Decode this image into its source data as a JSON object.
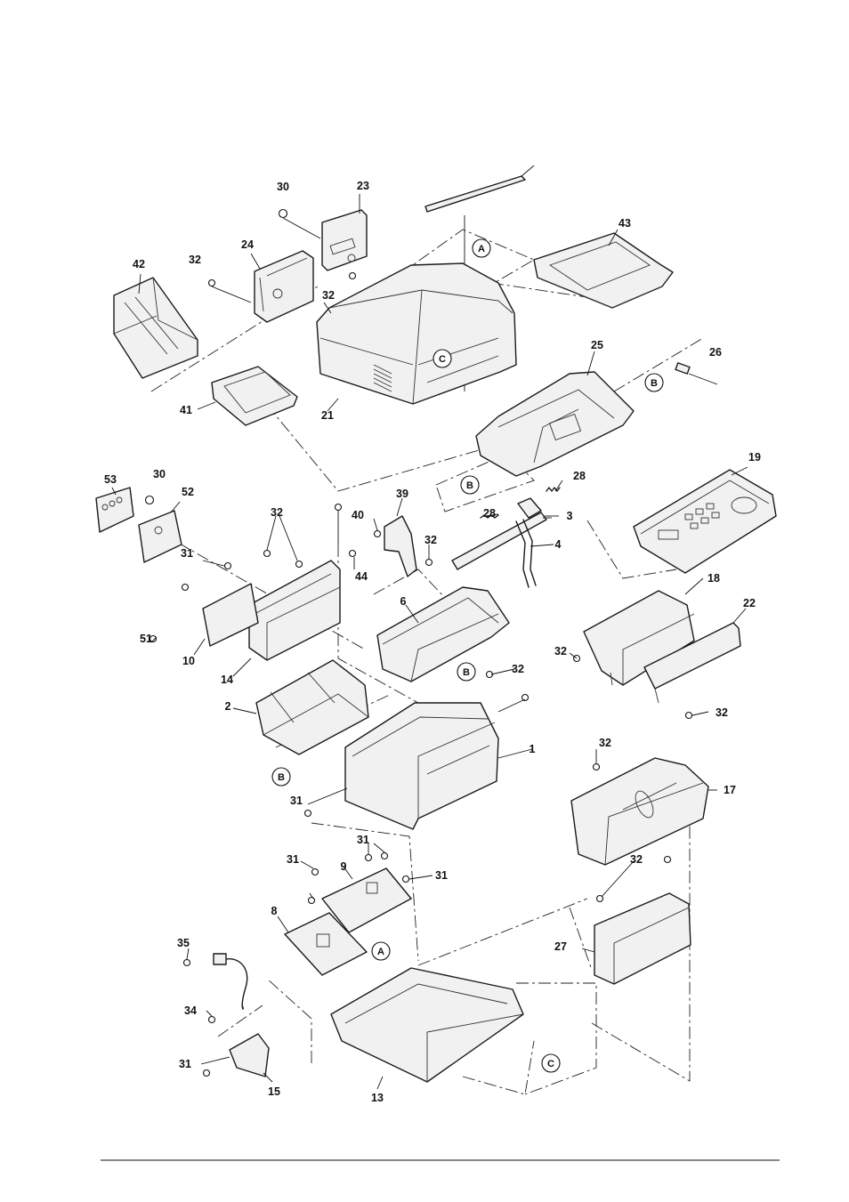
{
  "callouts": [
    {
      "id": "p30a",
      "text": "30"
    },
    {
      "id": "p23",
      "text": "23"
    },
    {
      "id": "p43",
      "text": "43"
    },
    {
      "id": "p24",
      "text": "24"
    },
    {
      "id": "p42",
      "text": "42"
    },
    {
      "id": "p32a",
      "text": "32"
    },
    {
      "id": "p32b",
      "text": "32"
    },
    {
      "id": "p25",
      "text": "25"
    },
    {
      "id": "p26",
      "text": "26"
    },
    {
      "id": "p41",
      "text": "41"
    },
    {
      "id": "p21",
      "text": "21"
    },
    {
      "id": "p19",
      "text": "19"
    },
    {
      "id": "p53",
      "text": "53"
    },
    {
      "id": "p30b",
      "text": "30"
    },
    {
      "id": "p52",
      "text": "52"
    },
    {
      "id": "p39",
      "text": "39"
    },
    {
      "id": "p28a",
      "text": "28"
    },
    {
      "id": "p32c",
      "text": "32"
    },
    {
      "id": "p40",
      "text": "40"
    },
    {
      "id": "p32d",
      "text": "32"
    },
    {
      "id": "p28b",
      "text": "28"
    },
    {
      "id": "p3",
      "text": "3"
    },
    {
      "id": "p31a",
      "text": "31"
    },
    {
      "id": "p44",
      "text": "44"
    },
    {
      "id": "p4",
      "text": "4"
    },
    {
      "id": "p18",
      "text": "18"
    },
    {
      "id": "p22",
      "text": "22"
    },
    {
      "id": "p6",
      "text": "6"
    },
    {
      "id": "p51",
      "text": "51"
    },
    {
      "id": "p10",
      "text": "10"
    },
    {
      "id": "p32e",
      "text": "32"
    },
    {
      "id": "p14",
      "text": "14"
    },
    {
      "id": "p32f",
      "text": "32"
    },
    {
      "id": "p2",
      "text": "2"
    },
    {
      "id": "p32g",
      "text": "32"
    },
    {
      "id": "p1",
      "text": "1"
    },
    {
      "id": "p32h",
      "text": "32"
    },
    {
      "id": "p17",
      "text": "17"
    },
    {
      "id": "p31b",
      "text": "31"
    },
    {
      "id": "p31c",
      "text": "31"
    },
    {
      "id": "p31d",
      "text": "31"
    },
    {
      "id": "p9",
      "text": "9"
    },
    {
      "id": "p31e",
      "text": "31"
    },
    {
      "id": "p32i",
      "text": "32"
    },
    {
      "id": "p8",
      "text": "8"
    },
    {
      "id": "p35",
      "text": "35"
    },
    {
      "id": "p27",
      "text": "27"
    },
    {
      "id": "p34",
      "text": "34"
    },
    {
      "id": "p31f",
      "text": "31"
    },
    {
      "id": "p15",
      "text": "15"
    },
    {
      "id": "p13",
      "text": "13"
    }
  ],
  "refs": [
    {
      "id": "rA1",
      "text": "A"
    },
    {
      "id": "rC1",
      "text": "C"
    },
    {
      "id": "rB1",
      "text": "B"
    },
    {
      "id": "rB2",
      "text": "B"
    },
    {
      "id": "rB3",
      "text": "B"
    },
    {
      "id": "rB4",
      "text": "B"
    },
    {
      "id": "rA2",
      "text": "A"
    },
    {
      "id": "rC2",
      "text": "C"
    }
  ]
}
